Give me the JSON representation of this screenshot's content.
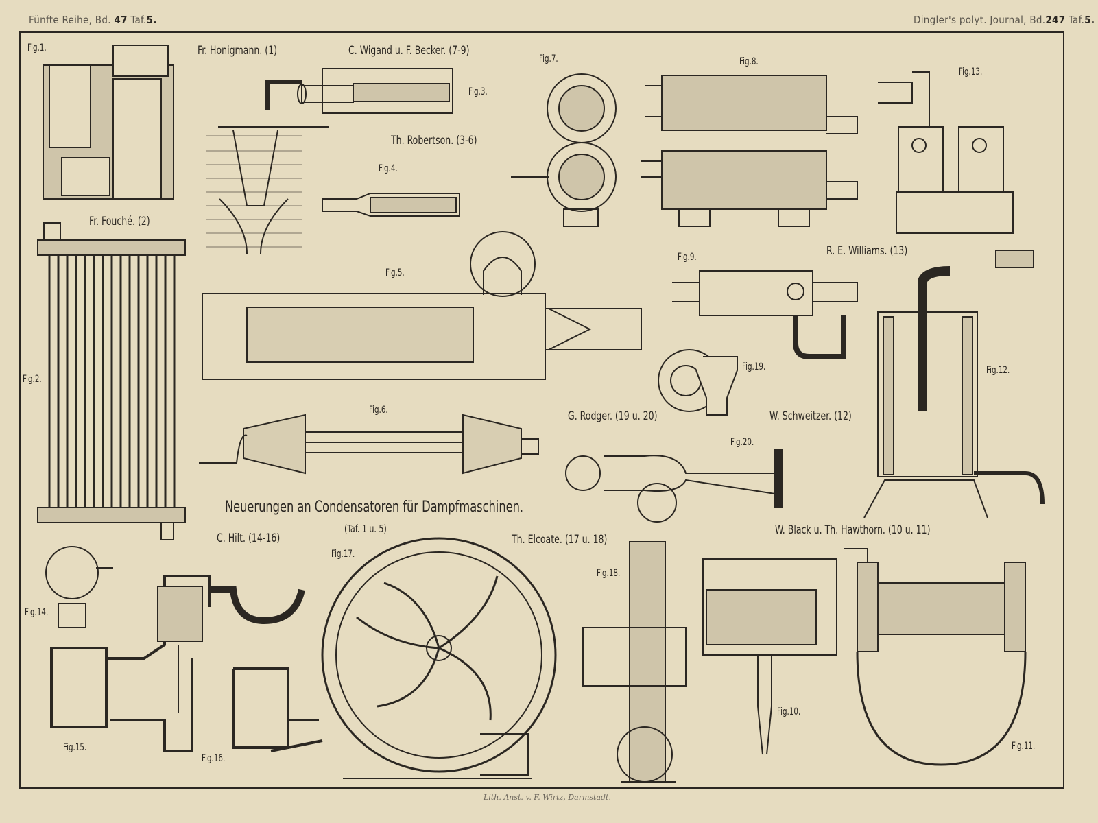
{
  "header": {
    "left": "Fünfte Reihe, Bd.",
    "left_vol": "47",
    "left_taf": "Taf.",
    "left_taf_num": "5.",
    "right": "Dingler's polyt. Journal, Bd.",
    "right_vol": "247",
    "right_taf": "Taf.",
    "right_taf_num": "5."
  },
  "title": "Neuerungen an Condensatoren für Dampfmaschinen.",
  "subtitle": "(Taf. 1 u. 5)",
  "credit": "Lith. Anst. v. F. Wirtz, Darmstadt.",
  "inventors": [
    "Fr. Honigmann. (1)",
    "C. Wigand u. F. Becker. (7-9)",
    "Th. Robertson. (3-6)",
    "Fr. Fouché. (2)",
    "R. E. Williams. (13)",
    "G. Rodger. (19 u. 20)",
    "W. Schweitzer. (12)",
    "C. Hilt. (14-16)",
    "Th. Elcoate. (17 u. 18)",
    "W. Black u. Th. Hawthorn. (10 u. 11)"
  ],
  "figures": [
    "Fig.1.",
    "Fig.2.",
    "Fig.3.",
    "Fig.4.",
    "Fig.5.",
    "Fig.6.",
    "Fig.7.",
    "Fig.8.",
    "Fig.9.",
    "Fig.10.",
    "Fig.11.",
    "Fig.12.",
    "Fig.13.",
    "Fig.14.",
    "Fig.15.",
    "Fig.16.",
    "Fig.17.",
    "Fig.18.",
    "Fig.19.",
    "Fig.20."
  ]
}
